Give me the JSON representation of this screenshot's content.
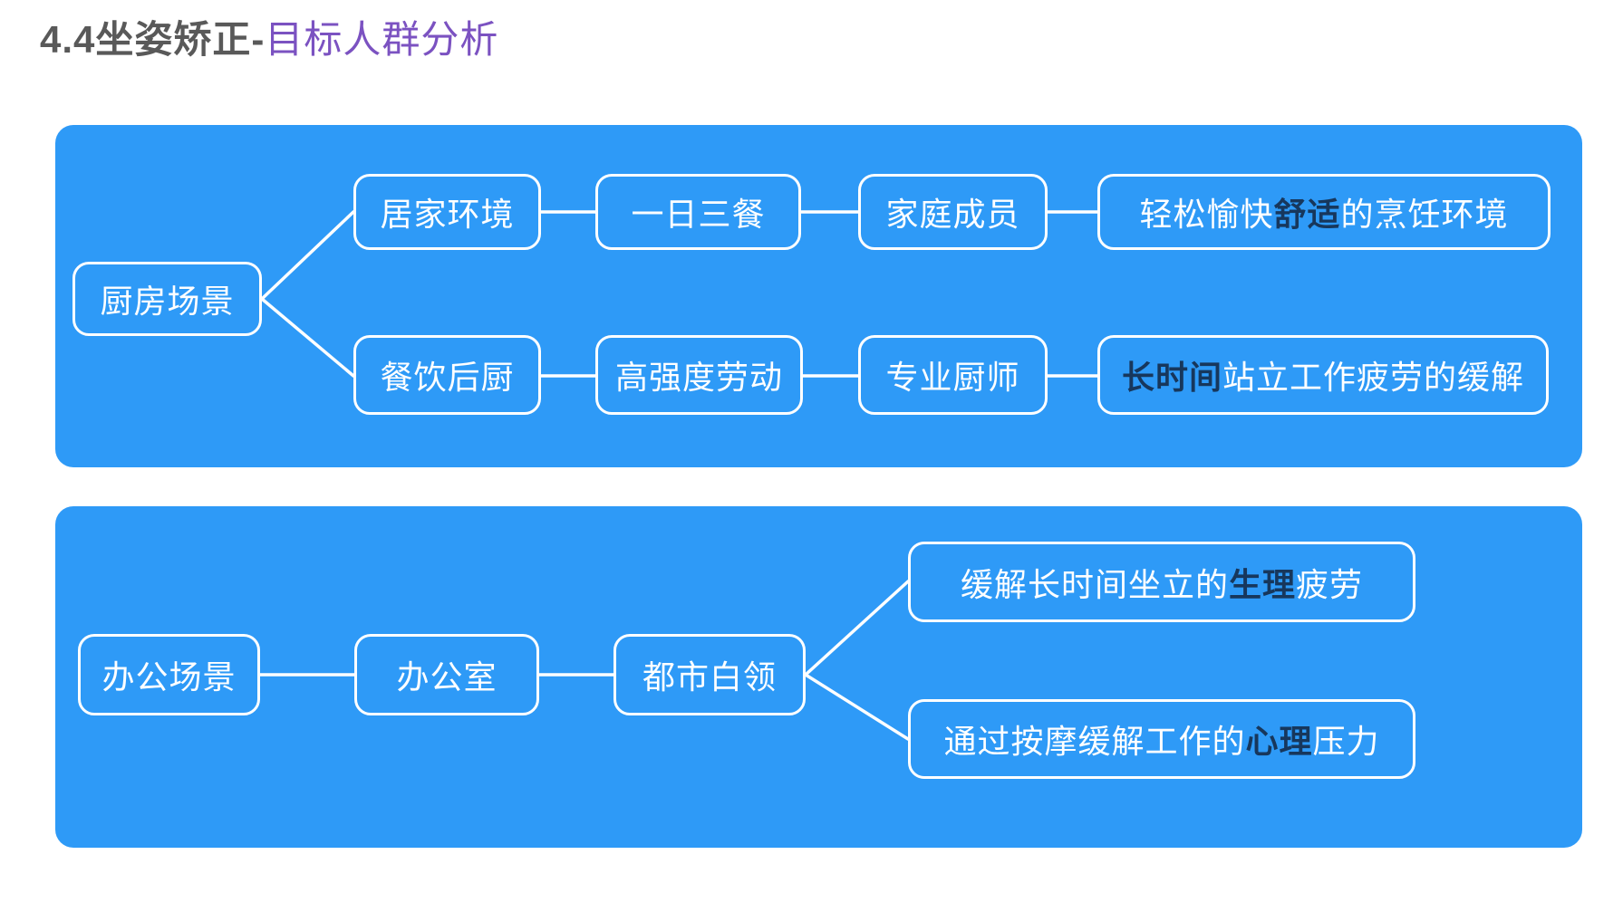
{
  "title": {
    "section": "4.4坐姿矫正-",
    "topic": "目标人群分析"
  },
  "colors": {
    "panel_blue": "#2e9af7",
    "node_border_and_text": "#ffffff",
    "highlight_dark": "#17375c",
    "title_dark": "#595959",
    "title_purple": "#7b52c1"
  },
  "panels": [
    {
      "name": "kitchen-scene",
      "root": "厨房场景",
      "branches": [
        {
          "nodes": [
            "居家环境",
            "一日三餐",
            "家庭成员"
          ],
          "result": {
            "prefix": "轻松愉快",
            "highlight": "舒适",
            "suffix": "的烹饪环境"
          }
        },
        {
          "nodes": [
            "餐饮后厨",
            "高强度劳动",
            "专业厨师"
          ],
          "result": {
            "prefix": "",
            "highlight": "长时间",
            "suffix": "站立工作疲劳的缓解"
          }
        }
      ]
    },
    {
      "name": "office-scene",
      "chain": [
        "办公场景",
        "办公室",
        "都市白领"
      ],
      "results": [
        {
          "prefix": "缓解长时间坐立的",
          "highlight": "生理",
          "suffix": "疲劳"
        },
        {
          "prefix": "通过按摩缓解工作的",
          "highlight": "心理",
          "suffix": "压力"
        }
      ]
    }
  ]
}
